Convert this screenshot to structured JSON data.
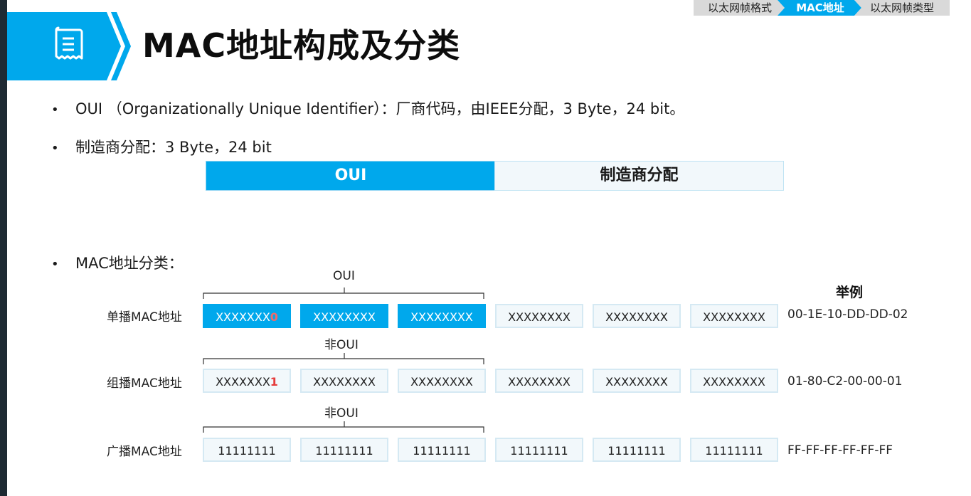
{
  "breadcrumb": {
    "items": [
      {
        "label": "以太网帧格式",
        "active": false
      },
      {
        "label": "MAC地址",
        "active": true
      },
      {
        "label": "以太网帧类型",
        "active": false
      }
    ]
  },
  "title": "MAC地址构成及分类",
  "bullets": [
    "OUI （Organizationally Unique Identifier）：厂商代码，由IEEE分配，3 Byte，24 bit。",
    "制造商分配：3 Byte，24 bit",
    "MAC地址分类："
  ],
  "oui_bar": {
    "left": "OUI",
    "right": "制造商分配"
  },
  "classification": {
    "example_header": "举例",
    "brace_labels": [
      "OUI",
      "非OUI",
      "非OUI"
    ],
    "rows": [
      {
        "label": "单播MAC地址",
        "first_prefix": "XXXXXXX",
        "first_bit": "0",
        "cells": [
          "XXXXXXXX",
          "XXXXXXXX",
          "XXXXXXXX",
          "XXXXXXXX",
          "XXXXXXXX"
        ],
        "example": "00-1E-10-DD-DD-02"
      },
      {
        "label": "组播MAC地址",
        "first_prefix": "XXXXXXX",
        "first_bit": "1",
        "cells": [
          "XXXXXXXX",
          "XXXXXXXX",
          "XXXXXXXX",
          "XXXXXXXX",
          "XXXXXXXX"
        ],
        "example": "01-80-C2-00-00-01"
      },
      {
        "label": "广播MAC地址",
        "first_prefix": "11111111",
        "first_bit": "",
        "cells": [
          "11111111",
          "11111111",
          "11111111",
          "11111111",
          "11111111"
        ],
        "example": "FF-FF-FF-FF-FF-FF"
      }
    ]
  },
  "colors": {
    "accent": "#00a8ec",
    "light_cell": "#f2f8fb",
    "highlight_bit": "#e53b3b"
  }
}
